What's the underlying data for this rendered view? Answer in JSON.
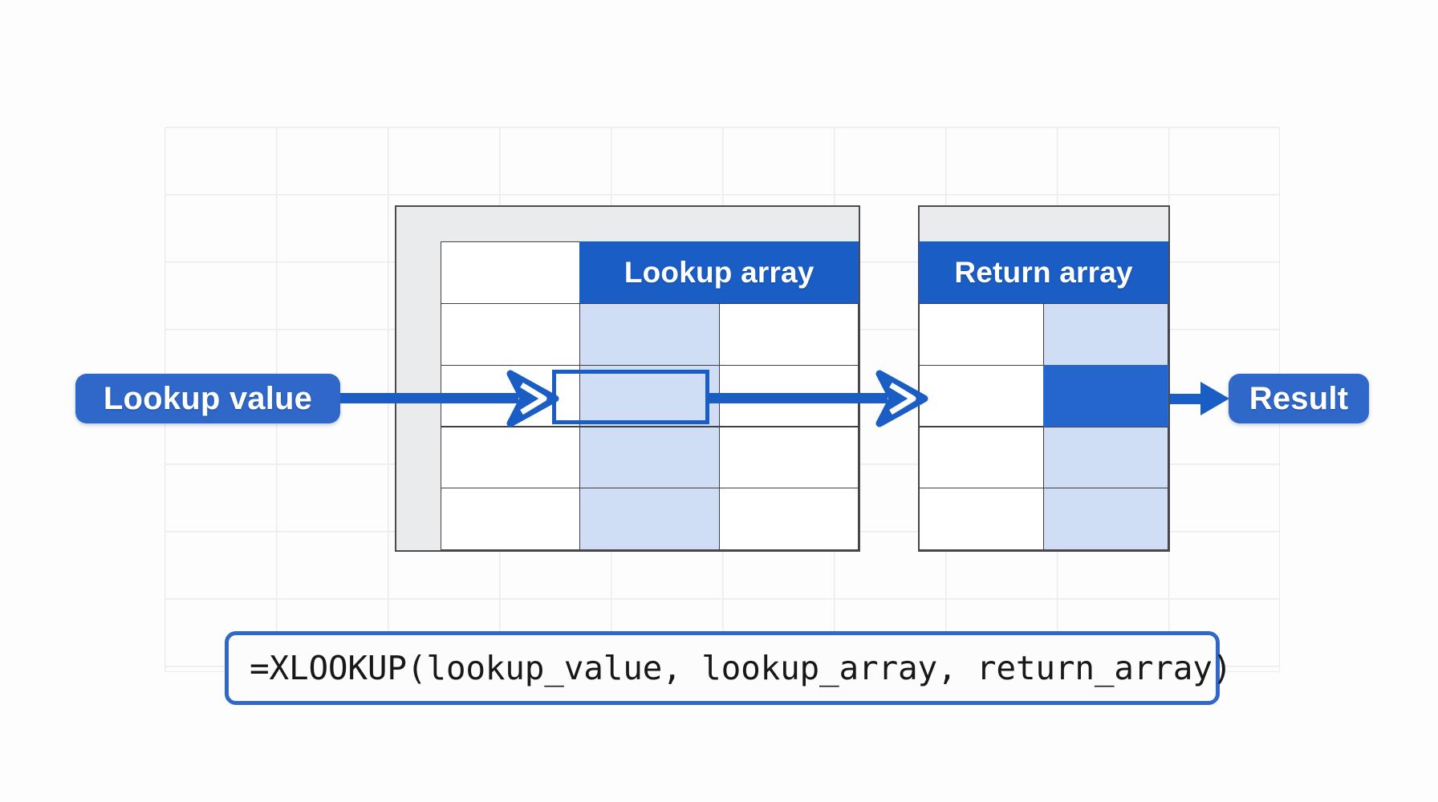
{
  "diagram": {
    "title": "XLOOKUP function diagram",
    "colors": {
      "accent_blue": "#1a5dc4",
      "pill_blue": "#2f68c8",
      "header_blue": "#1a5dc4",
      "tint_blue": "#cfddf5",
      "solid_blue": "#2566ce",
      "sheet_header_gray": "#eaebec",
      "sheet_border": "#3f3f44",
      "background_grid": "#ececed"
    }
  },
  "labels": {
    "lookup_value": "Lookup value",
    "result": "Result"
  },
  "lookup_table": {
    "header": "Lookup array",
    "columns": 3,
    "rows": 5,
    "highlighted_column_index": 1,
    "selected_row_index": 2
  },
  "return_table": {
    "header": "Return array",
    "columns": 2,
    "rows": 5,
    "highlighted_column_index": 1,
    "selected_row_index": 2
  },
  "formula": {
    "text": "=XLOOKUP(lookup_value, lookup_array, return_array)"
  },
  "arrows": [
    {
      "name": "lookup-value-to-lookup-array",
      "direction": "right",
      "style": "chevron"
    },
    {
      "name": "lookup-array-to-return-array",
      "direction": "right",
      "style": "chevron"
    },
    {
      "name": "return-array-to-result",
      "direction": "right",
      "style": "solid"
    }
  ]
}
